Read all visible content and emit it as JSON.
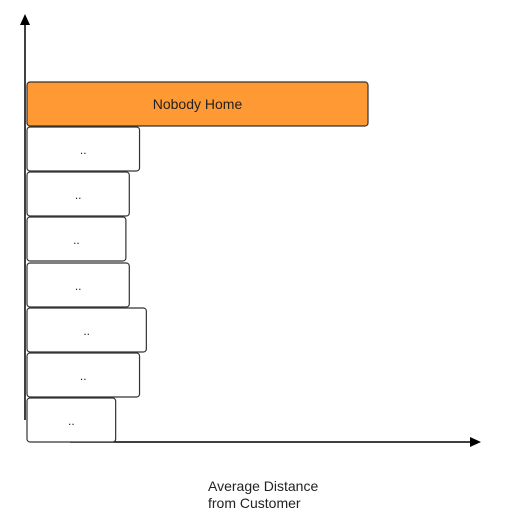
{
  "chart_data": {
    "type": "bar",
    "orientation": "horizontal",
    "grid": false,
    "categories": [
      "Nobody Home",
      "..",
      "..",
      "..",
      "..",
      "..",
      "..",
      ".."
    ],
    "values": [
      100,
      33,
      30,
      29,
      30,
      35,
      33,
      26
    ],
    "xlim": [
      0,
      133
    ],
    "xlabel_lines": [
      "Average Distance",
      "from Customer"
    ],
    "ylabel": "",
    "title": "",
    "bar_colors": [
      "#ff9933",
      "#ffffff",
      "#ffffff",
      "#ffffff",
      "#ffffff",
      "#ffffff",
      "#ffffff",
      "#ffffff"
    ],
    "bar_stroke": "#333333",
    "axis_color": "#000000"
  }
}
